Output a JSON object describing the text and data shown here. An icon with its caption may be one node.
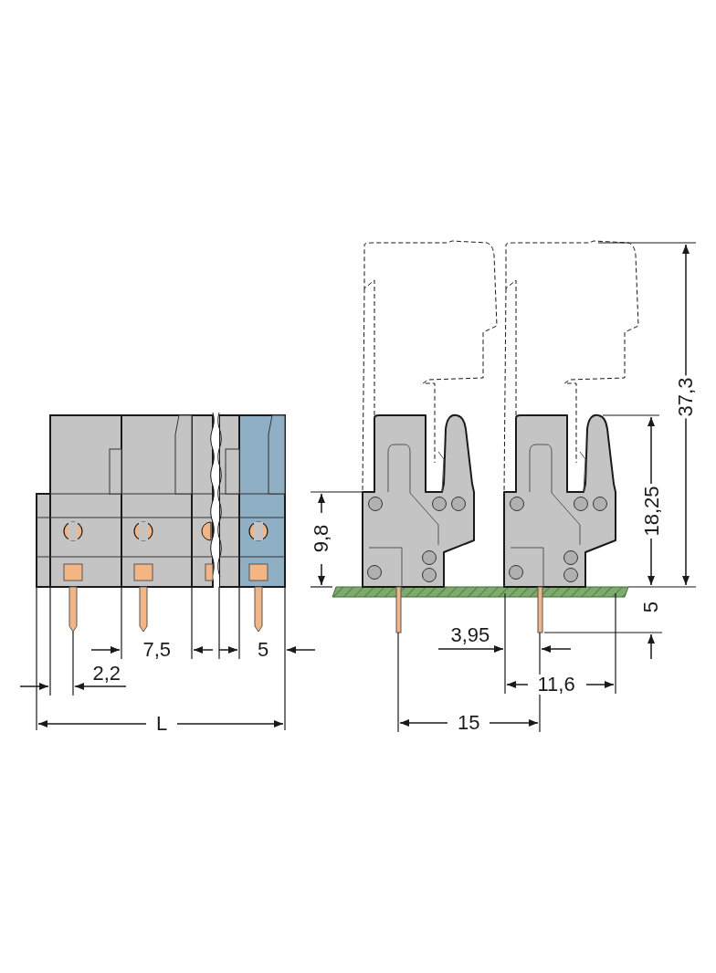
{
  "diagram": {
    "labels": [
      "37,3",
      "18,25",
      "9,8",
      "5",
      "7,5",
      "5",
      "3,95",
      "2,2",
      "11,6",
      "L",
      "15"
    ]
  }
}
